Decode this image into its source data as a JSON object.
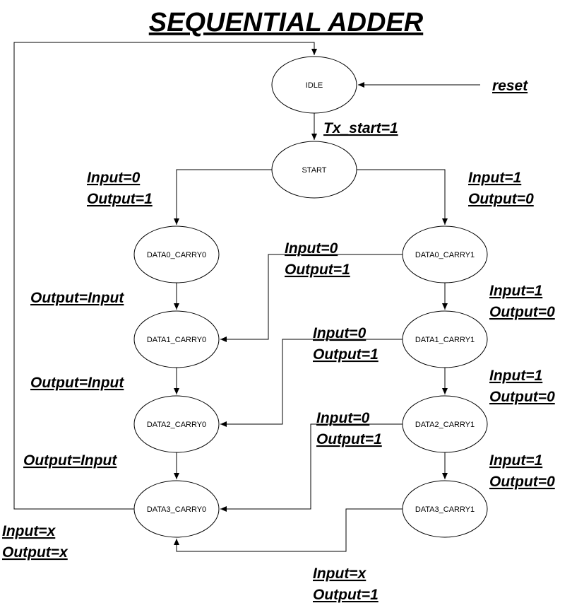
{
  "title": "SEQUENTIAL ADDER",
  "states": {
    "idle": "IDLE",
    "start": "START",
    "data0_carry0": "DATA0_CARRY0",
    "data0_carry1": "DATA0_CARRY1",
    "data1_carry0": "DATA1_CARRY0",
    "data1_carry1": "DATA1_CARRY1",
    "data2_carry0": "DATA2_CARRY0",
    "data2_carry1": "DATA2_CARRY1",
    "data3_carry0": "DATA3_CARRY0",
    "data3_carry1": "DATA3_CARRY1"
  },
  "labels": {
    "reset": "reset",
    "tx_start": "Tx_start=1",
    "start_to_c0": [
      "Input=0",
      "Output=1"
    ],
    "start_to_c1": [
      "Input=1",
      "Output=0"
    ],
    "d0c0_to_d1c0": "Output=Input",
    "d1c0_to_d2c0": "Output=Input",
    "d2c0_to_d3c0": "Output=Input",
    "d0c1_to_d1c0": [
      "Input=0",
      "Output=1"
    ],
    "d1c1_to_d2c0": [
      "Input=0",
      "Output=1"
    ],
    "d2c1_to_d3c0": [
      "Input=0",
      "Output=1"
    ],
    "d0c1_to_d1c1": [
      "Input=1",
      "Output=0"
    ],
    "d1c1_to_d2c1": [
      "Input=1",
      "Output=0"
    ],
    "d2c1_to_d3c1": [
      "Input=1",
      "Output=0"
    ],
    "d3c0_to_idle": [
      "Input=x",
      "Output=x"
    ],
    "d3c1_to_d3c0": [
      "Input=x",
      "Output=1"
    ]
  }
}
